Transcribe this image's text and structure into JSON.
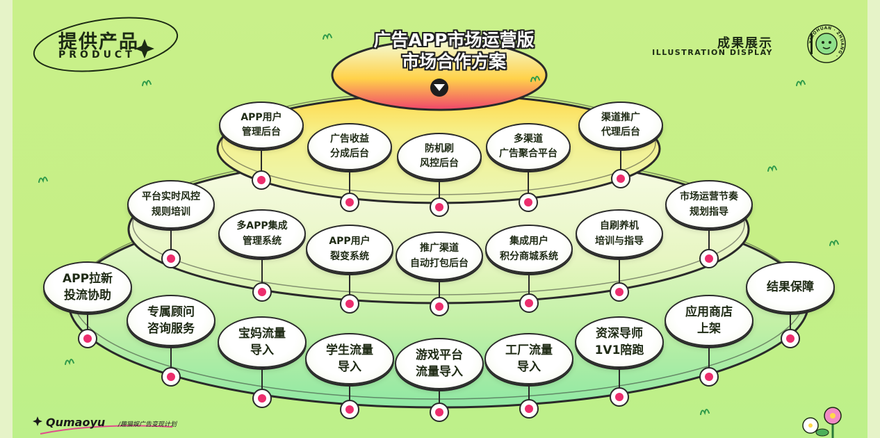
{
  "header": {
    "left_title": "提供产品",
    "left_sub": "PRODUCT",
    "right_title": "成果展示",
    "right_sub": "ILLUSTRATION DISPLAY",
    "logo_ring_text": "XIAOHUAN · ZHUANG ·"
  },
  "main_title": {
    "line1": "广告APP市场运营版",
    "line2": "市场合作方案"
  },
  "tiers": {
    "top": [
      "APP用户\n管理后台",
      "广告收益\n分成后台",
      "防机刷\n风控后台",
      "多渠道\n广告聚合平台",
      "渠道推广\n代理后台"
    ],
    "middle": [
      "平台实时风控\n规则培训",
      "多APP集成\n管理系统",
      "APP用户\n裂变系统",
      "推广渠道\n自动打包后台",
      "集成用户\n积分商城系统",
      "自刷养机\n培训与指导",
      "市场运营节奏\n规划指导"
    ],
    "bottom": [
      "APP拉新\n投流协助",
      "专属顾问\n咨询服务",
      "宝妈流量\n导入",
      "学生流量\n导入",
      "游戏平台\n流量导入",
      "工厂流量\n导入",
      "资深导师\n1V1陪跑",
      "应用商店\n上架",
      "结果保障"
    ]
  },
  "footer": {
    "brand": "Qumaoyu",
    "brand_sub": "/趣猫娱广告变现计划"
  },
  "colors": {
    "background": "#c6ef86",
    "accent_pink": "#ec2d6d",
    "outline": "#2a2a2a",
    "bubble": "#ffffff"
  }
}
